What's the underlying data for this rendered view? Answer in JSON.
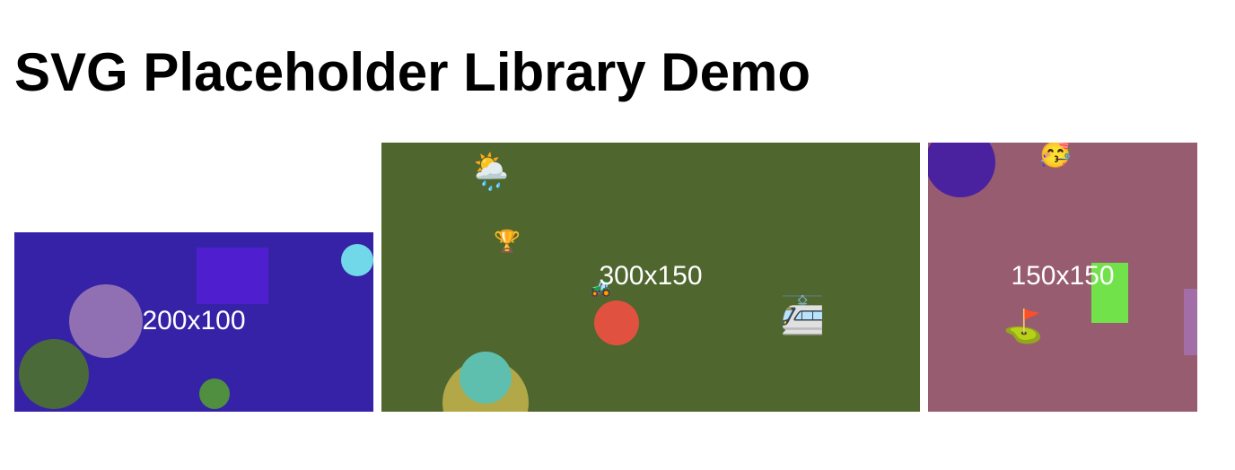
{
  "page": {
    "title": "SVG Placeholder Library Demo"
  },
  "placeholders": [
    {
      "label": "200x100",
      "background": "#3622a6",
      "shapes": [
        {
          "type": "circle",
          "color": "#9070b2"
        },
        {
          "type": "circle",
          "color": "#4a6a3a"
        },
        {
          "type": "circle",
          "color": "#4f8f3f"
        },
        {
          "type": "circle",
          "color": "#70d8e8"
        },
        {
          "type": "rect",
          "color": "#4f1fcf"
        }
      ],
      "emojis": []
    },
    {
      "label": "300x150",
      "background": "#4f662e",
      "shapes": [
        {
          "type": "circle",
          "color": "#e0523f"
        },
        {
          "type": "circle",
          "color": "#b2a848"
        },
        {
          "type": "circle",
          "color": "#5ebfae"
        }
      ],
      "emojis": [
        "🌦️",
        "🏆",
        "🚜",
        "🚈"
      ]
    },
    {
      "label": "150x150",
      "background": "#975c70",
      "shapes": [
        {
          "type": "circle",
          "color": "#4a22a0"
        },
        {
          "type": "rect",
          "color": "#72e24a"
        },
        {
          "type": "rect",
          "color": "#a36ea8"
        }
      ],
      "emojis": [
        "🥳",
        "⛳"
      ]
    }
  ]
}
